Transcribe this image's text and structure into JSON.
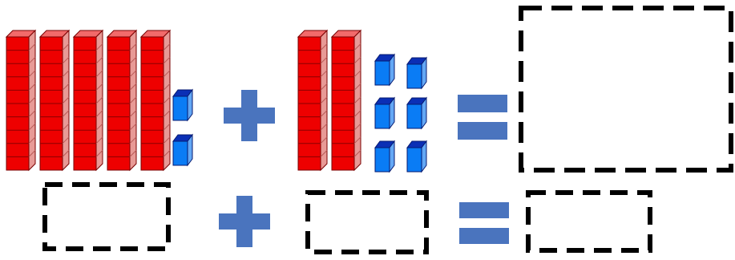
{
  "worksheet": {
    "title_text": "",
    "first_addend": {
      "tens_rods": 5,
      "ones_cubes": 2
    },
    "second_addend": {
      "tens_rods": 2,
      "ones_cubes": 6
    },
    "symbols": {
      "plus": "+",
      "equals": "="
    },
    "colors": {
      "rod_front": "#ee0000",
      "rod_side": "#e89a96",
      "rod_top": "#f26a6a",
      "rod_line": "#7a0000",
      "cube_front": "#0a7cf5",
      "cube_top": "#0b2fb5",
      "cube_side": "#64a8f5",
      "operator": "#4a74be",
      "answer_box_border": "#000000"
    }
  }
}
